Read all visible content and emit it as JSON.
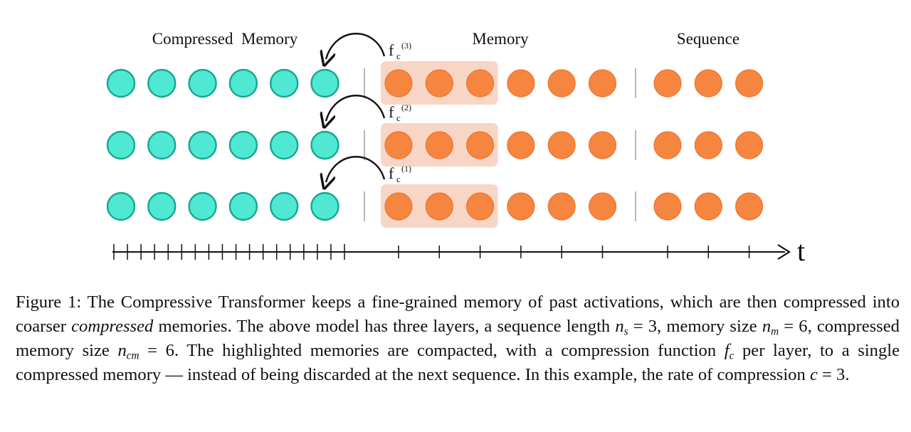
{
  "figure": {
    "labels": {
      "compressed_memory": "Compressed  Memory",
      "memory": "Memory",
      "sequence": "Sequence",
      "time_axis": "t"
    },
    "compression_fn": {
      "letter": "f",
      "subscript": "c",
      "layers": [
        "(3)",
        "(2)",
        "(1)"
      ]
    },
    "n_layers": 3,
    "compressed_memory_size": 6,
    "memory_size": 6,
    "sequence_length": 3,
    "compression_rate": 3,
    "highlighted_memories_per_layer": 3,
    "colors": {
      "compressed_node": "#4ee8d3",
      "compressed_stroke": "#16a78f",
      "memory_node": "#f5853f",
      "memory_stroke": "#ef7530",
      "highlight": "#f8d6c6",
      "divider": "#9a9a9a",
      "axis": "#111111"
    }
  },
  "caption": {
    "prefix": "Figure 1: The Compressive Transformer keeps a fine-grained memory of past activations, which are then compressed into coarser ",
    "emph": "compressed",
    "s1": " memories. The above model has three layers, a sequence length ",
    "ns_var": "n",
    "ns_sub": "s",
    "ns_val": " = 3, memory size ",
    "nm_var": "n",
    "nm_sub": "m",
    "nm_val": " = 6, compressed memory size ",
    "ncm_var": "n",
    "ncm_sub": "cm",
    "ncm_val": " = 6. The highlighted memories are compacted, with a compression function ",
    "fc_var": "f",
    "fc_sub": "c",
    "s2": " per layer, to a single compressed memory — instead of being discarded at the next sequence. In this example, the rate of compression ",
    "c_var": "c",
    "c_val": " = 3."
  }
}
